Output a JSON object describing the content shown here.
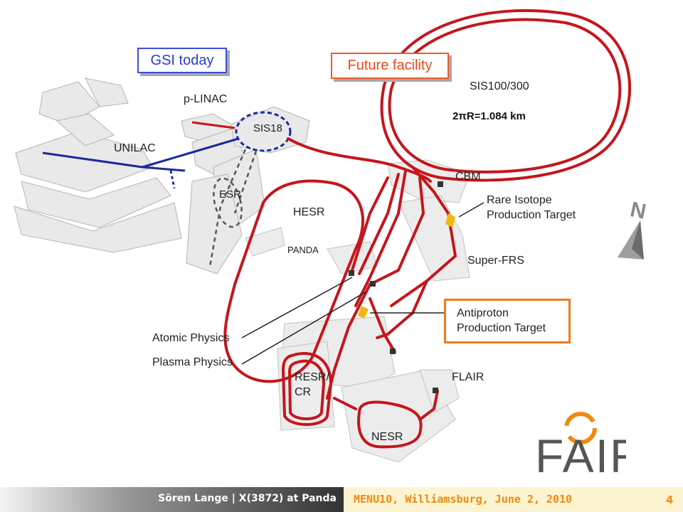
{
  "callouts": {
    "gsi_today": "GSI today",
    "future_facility": "Future facility"
  },
  "labels": {
    "p_linac": "p-LINAC",
    "sis18": "SIS18",
    "unilac": "UNILAC",
    "esr": "ESR",
    "sis100": "SIS100/300",
    "circumference": "2πR=1.084 km",
    "cbm": "CBM",
    "rare_isotope_1": "Rare Isotope",
    "rare_isotope_2": "Production Target",
    "hesr": "HESR",
    "panda": "PANDA",
    "super_frs": "Super-FRS",
    "antiproton_1": "Antiproton",
    "antiproton_2": "Production Target",
    "atomic_physics": "Atomic Physics",
    "plasma_physics": "Plasma Physics",
    "resr_cr_1": "RESR/",
    "resr_cr_2": "CR",
    "flair": "FLAIR",
    "nesr": "NESR",
    "north": "N"
  },
  "logo": {
    "text": "FAIR"
  },
  "footer": {
    "author": "Sören Lange | X(3872) at Panda",
    "conference": "MENU10, Williamsburg, June 2, 2010",
    "page": "4"
  },
  "colors": {
    "ring": "#c4161c",
    "gsi_beam": "#1a2a9c",
    "callout_blue": "#3b4fd8",
    "callout_red": "#ee5a2a",
    "accent_orange": "#f07a1e",
    "building": "#e6e6e6"
  }
}
